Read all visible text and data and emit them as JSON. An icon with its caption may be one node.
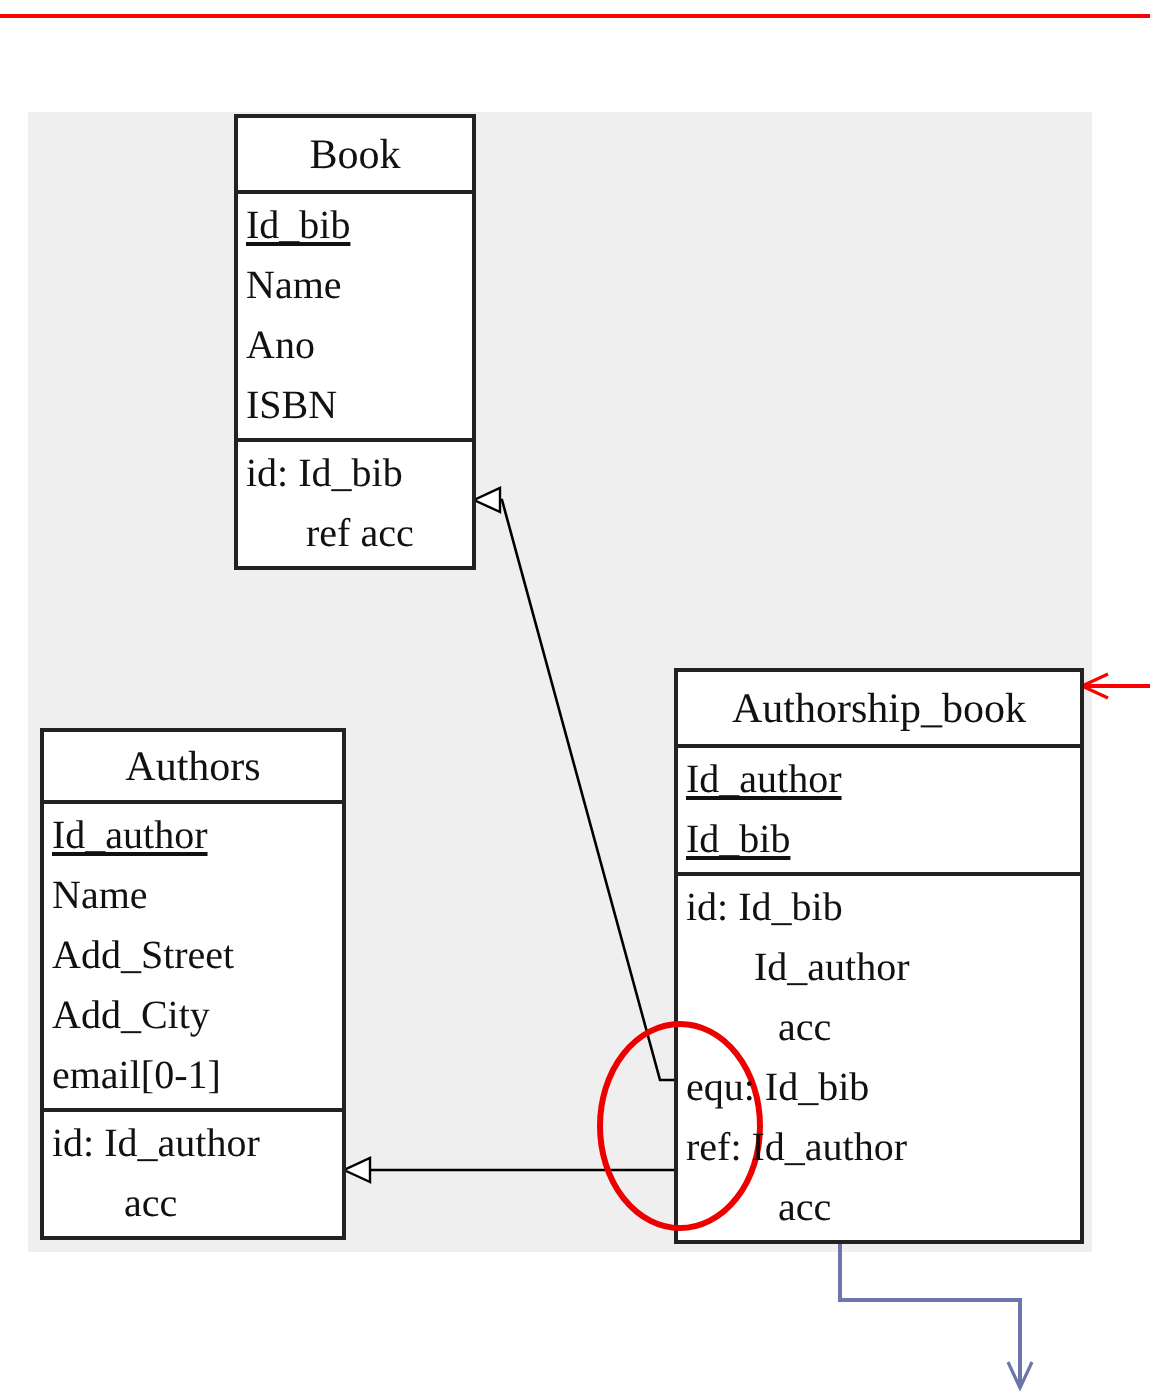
{
  "diagram": {
    "nodes": [
      {
        "text": [
          "Book",
          "Id_bib",
          "Name",
          "Ano",
          "ISBN",
          "id: Id_bib",
          "ref acc"
        ]
      },
      {
        "text": [
          "Authors",
          "Id_author",
          "Name",
          "Add_Street",
          "Add_City",
          "email[0-1]",
          "id: Id_author",
          "acc"
        ]
      },
      {
        "text": [
          "Authorship_book",
          "Id_author",
          "Id_bib",
          "id: Id_bib",
          "Id_author",
          "acc",
          "equ: Id_bib",
          "ref: Id_author",
          "acc"
        ]
      }
    ],
    "edges": [
      {
        "from": 2,
        "to": 0,
        "arrow": "to"
      },
      {
        "from": 2,
        "to": 1,
        "arrow": "to"
      },
      {
        "from": null,
        "to": 2,
        "arrow": "to",
        "color": "#ff0000"
      },
      {
        "from": 2,
        "to": null,
        "arrow": "to",
        "color": "#6a77a8"
      }
    ]
  }
}
